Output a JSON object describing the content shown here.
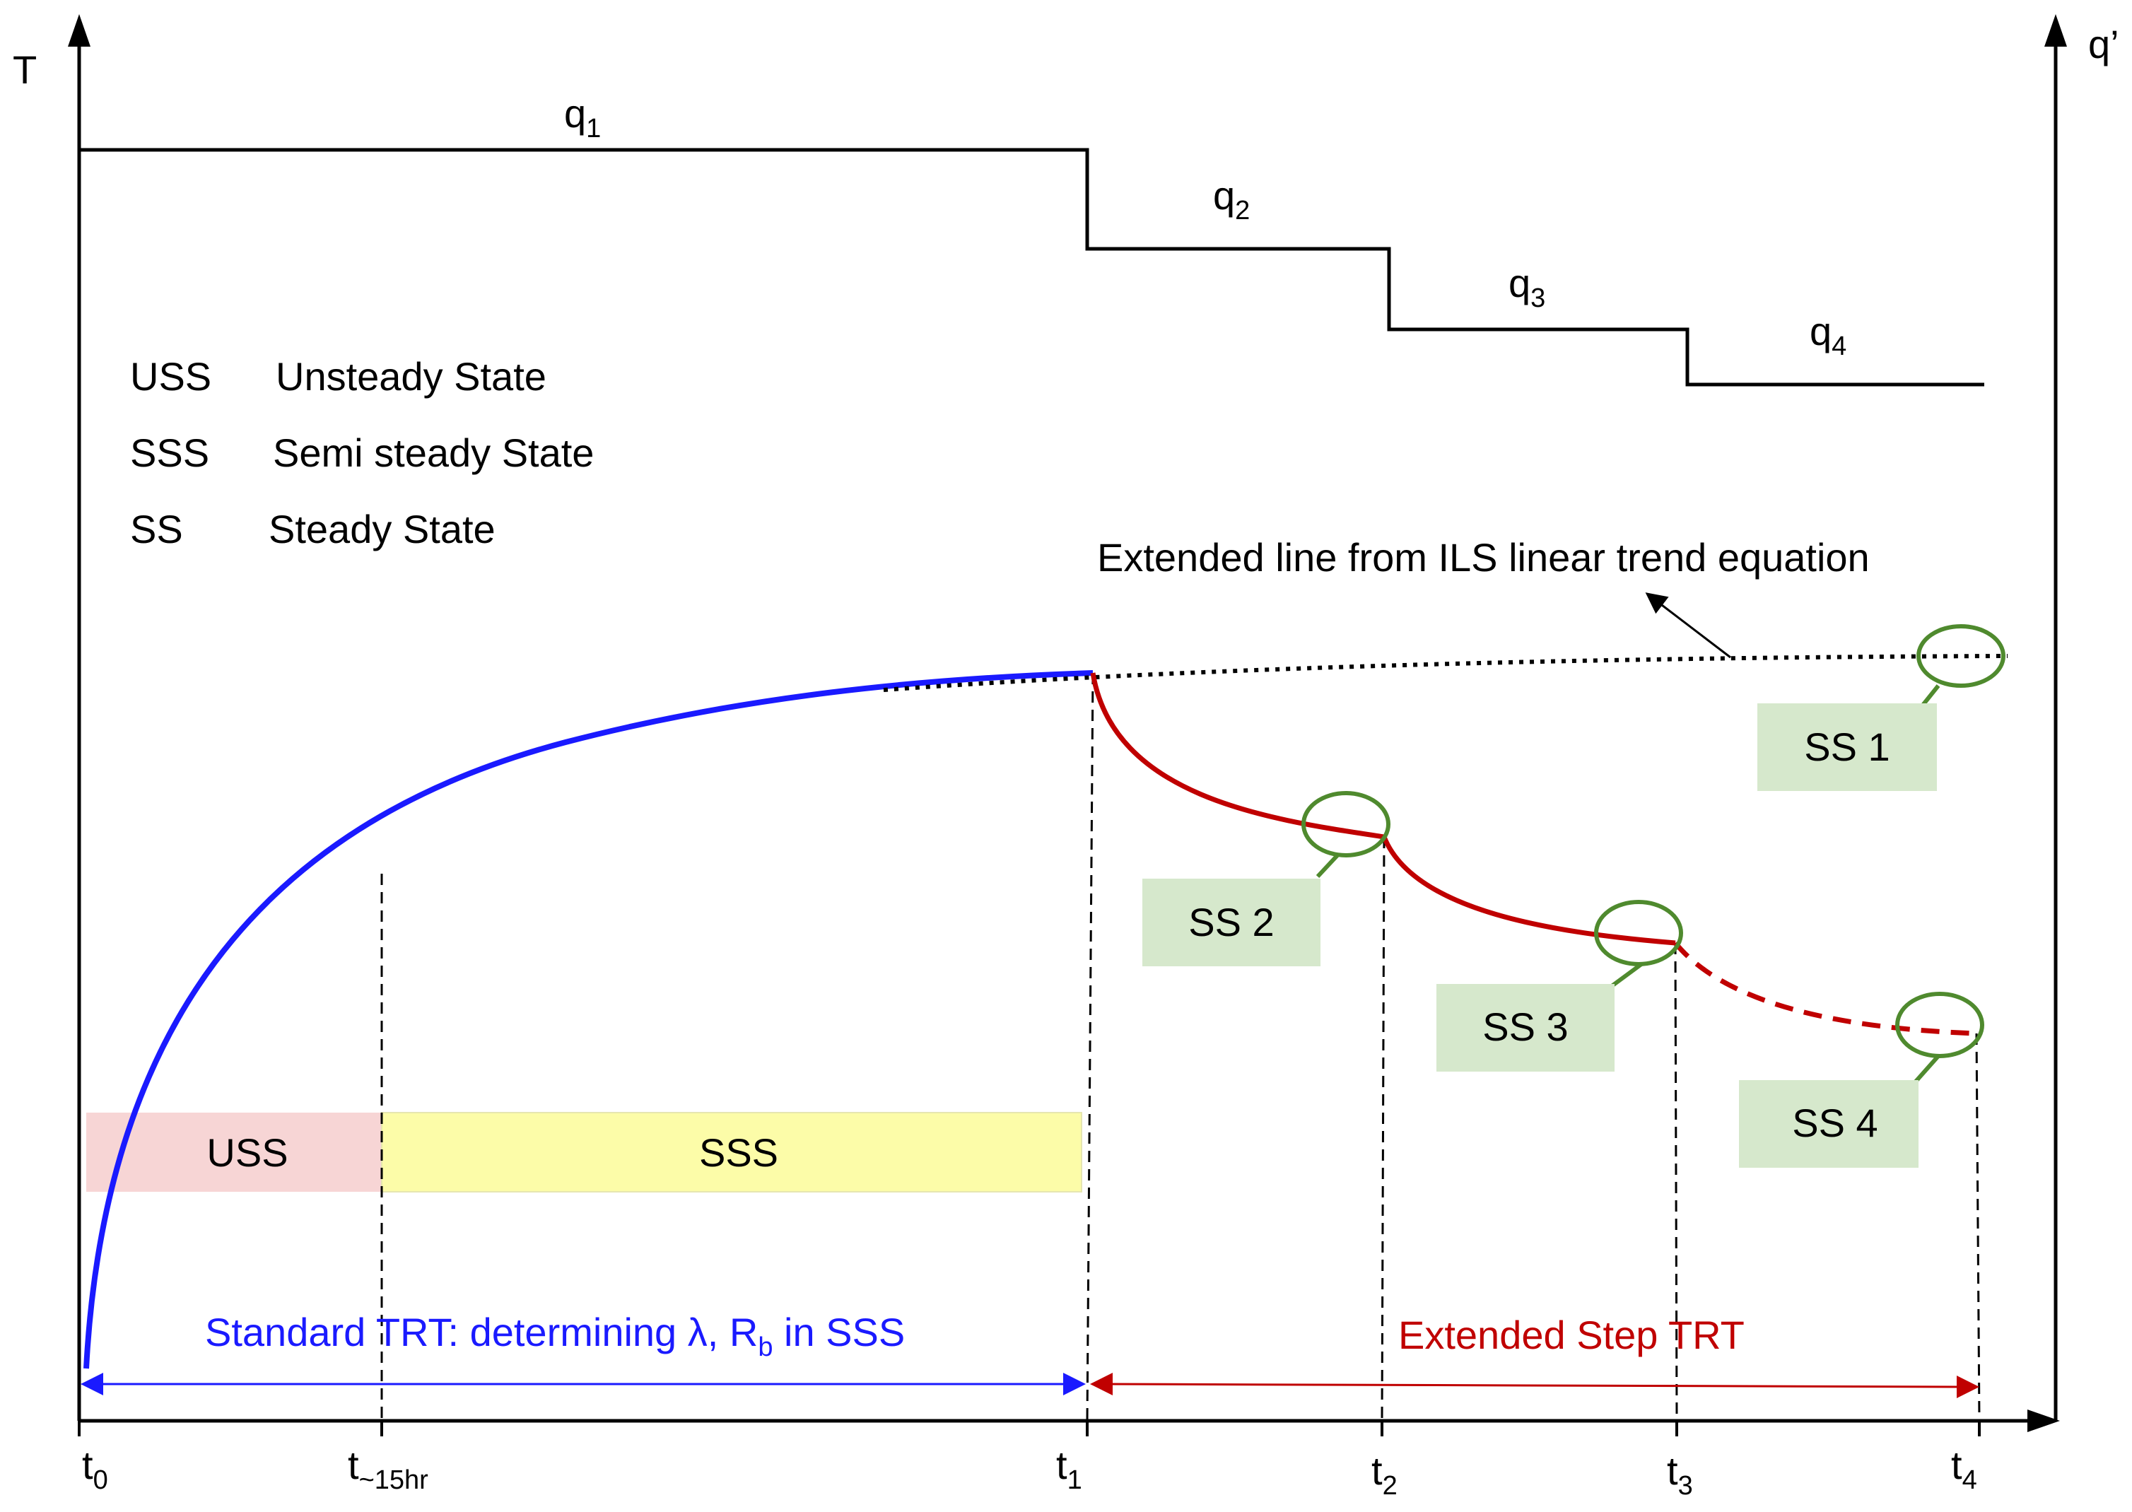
{
  "axes": {
    "left_label": "T",
    "right_label": "q’"
  },
  "time_labels": [
    {
      "main": "t",
      "sub": "0"
    },
    {
      "main": "t",
      "sub": "~15hr"
    },
    {
      "main": "t",
      "sub": "1"
    },
    {
      "main": "t",
      "sub": "2"
    },
    {
      "main": "t",
      "sub": "3"
    },
    {
      "main": "t",
      "sub": "4"
    }
  ],
  "heat_steps": [
    {
      "main": "q",
      "sub": "1"
    },
    {
      "main": "q",
      "sub": "2"
    },
    {
      "main": "q",
      "sub": "3"
    },
    {
      "main": "q",
      "sub": "4"
    }
  ],
  "legend": [
    {
      "abbr": "USS",
      "text": "Unsteady State"
    },
    {
      "abbr": "SSS",
      "text": "Semi steady State"
    },
    {
      "abbr": "SS",
      "text": "Steady State"
    }
  ],
  "annotation": "Extended line from ILS linear trend equation",
  "phase_bars": {
    "uss": "USS",
    "sss": "SSS"
  },
  "steady_states": [
    "SS 1",
    "SS 2",
    "SS 3",
    "SS 4"
  ],
  "spans": {
    "standard": {
      "pre": "Standard TRT: determining λ, R",
      "sub": "b",
      "post": " in SSS"
    },
    "extended": "Extended Step TRT"
  },
  "colors": {
    "blue_curve": "#1a1aff",
    "red_curve": "#c00000",
    "ss_box": "#d6e8cc",
    "ss_circle": "#4f8a2e",
    "uss_bar": "#f7d5d5",
    "sss_bar": "#fcfca8"
  }
}
